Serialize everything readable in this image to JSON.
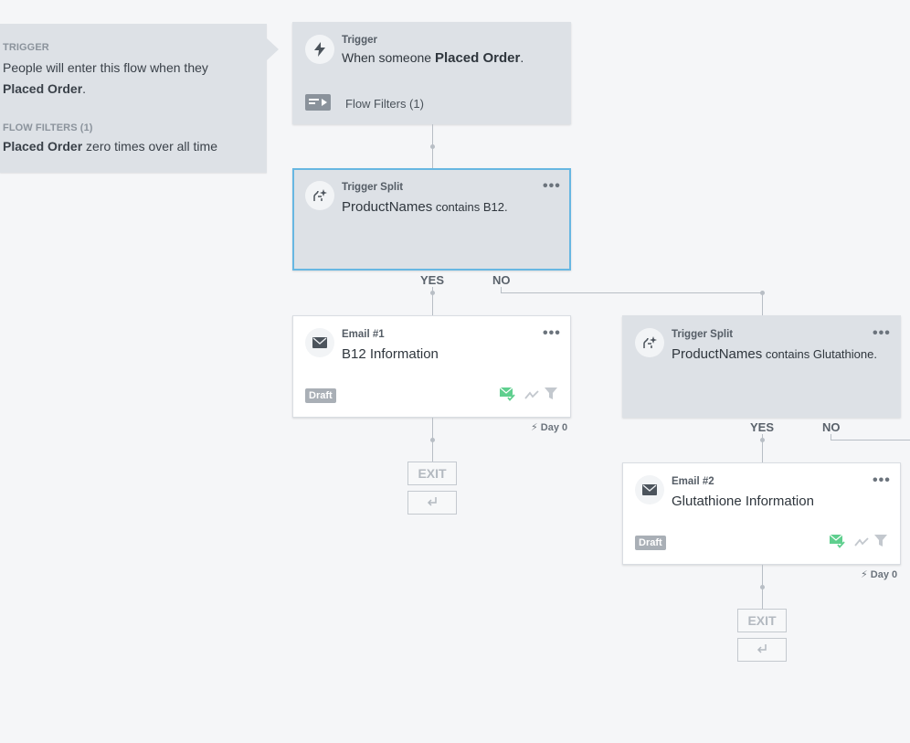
{
  "summary": {
    "trigger_label": "TRIGGER",
    "trigger_text_1": "People will enter this flow when they",
    "trigger_metric": "Placed Order",
    "trigger_period": ".",
    "filters_label": "FLOW FILTERS (1)",
    "filter_metric": "Placed Order",
    "filter_rest": " zero times over all time"
  },
  "trigger_card": {
    "kicker": "Trigger",
    "text_prefix": "When someone ",
    "metric": "Placed Order",
    "text_suffix": ".",
    "filters_label": "Flow Filters (1)"
  },
  "split1": {
    "kicker": "Trigger Split",
    "property": "ProductNames",
    "condition": " contains B12.",
    "menu": "•••",
    "yes": "YES",
    "no": "NO"
  },
  "email1": {
    "kicker": "Email #1",
    "title": "B12 Information",
    "status": "Draft",
    "menu": "•••",
    "delay": "Day 0",
    "exit": "EXIT"
  },
  "split2": {
    "kicker": "Trigger Split",
    "property": "ProductNames",
    "condition": " contains Glutathione.",
    "menu": "•••",
    "yes": "YES",
    "no": "NO"
  },
  "email2": {
    "kicker": "Email #2",
    "title": "Glutathione Information",
    "status": "Draft",
    "menu": "•••",
    "delay": "Day 0",
    "exit": "EXIT"
  },
  "colors": {
    "selected_border": "#67b7e2",
    "card_gray": "#dde1e6",
    "smart_send_green": "#5fcf8e"
  }
}
